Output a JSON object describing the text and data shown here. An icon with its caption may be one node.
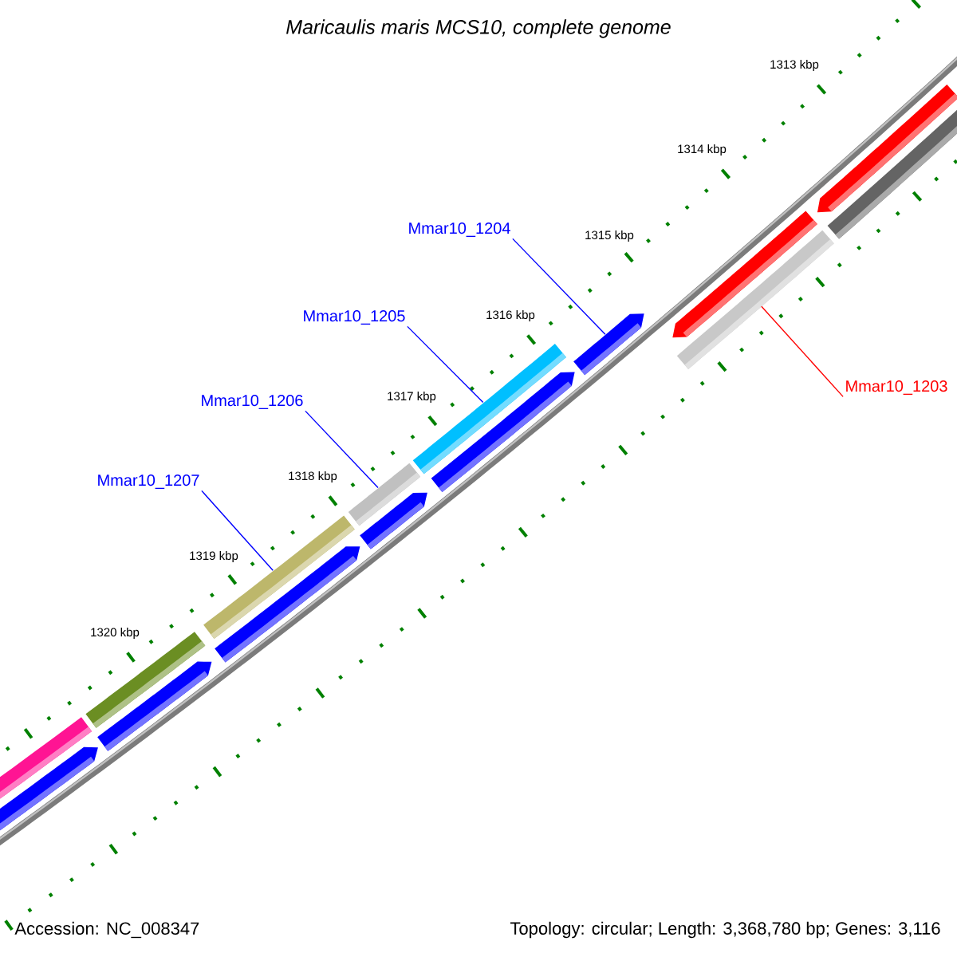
{
  "diagram": {
    "title": "Maricaulis maris MCS10, complete genome",
    "nodes": [
      {
        "text": [
          "Mmar10_1204"
        ]
      },
      {
        "text": [
          "Mmar10_1205"
        ]
      },
      {
        "text": [
          "Mmar10_1203"
        ]
      },
      {
        "text": [
          "Mmar10_1206"
        ]
      },
      {
        "text": [
          "Mmar10_1207"
        ]
      },
      {
        "text": [],
        "shape": "bar"
      },
      {
        "text": [],
        "shape": "bar"
      },
      {
        "text": [],
        "shape": "bar"
      },
      {
        "text": [],
        "shape": "bar"
      },
      {
        "text": [],
        "shape": "bar"
      }
    ],
    "edges": [
      {
        "from": 4,
        "to": 5,
        "arrow": "none"
      },
      {
        "from": 3,
        "to": 6,
        "arrow": "none"
      },
      {
        "from": 1,
        "to": 7,
        "arrow": "none"
      },
      {
        "from": 0,
        "to": 8,
        "arrow": "none"
      },
      {
        "from": 2,
        "to": 9,
        "arrow": "none",
        "color": "#ff0000"
      }
    ],
    "labels": [
      "1313 kbp",
      "1314 kbp",
      "1315 kbp",
      "1316 kbp",
      "1317 kbp",
      "1318 kbp",
      "1319 kbp",
      "1320 kbp",
      "Accession: NC_008347",
      "Topology: circular; Length: 3,368,780 bp; Genes: 3,116"
    ]
  }
}
